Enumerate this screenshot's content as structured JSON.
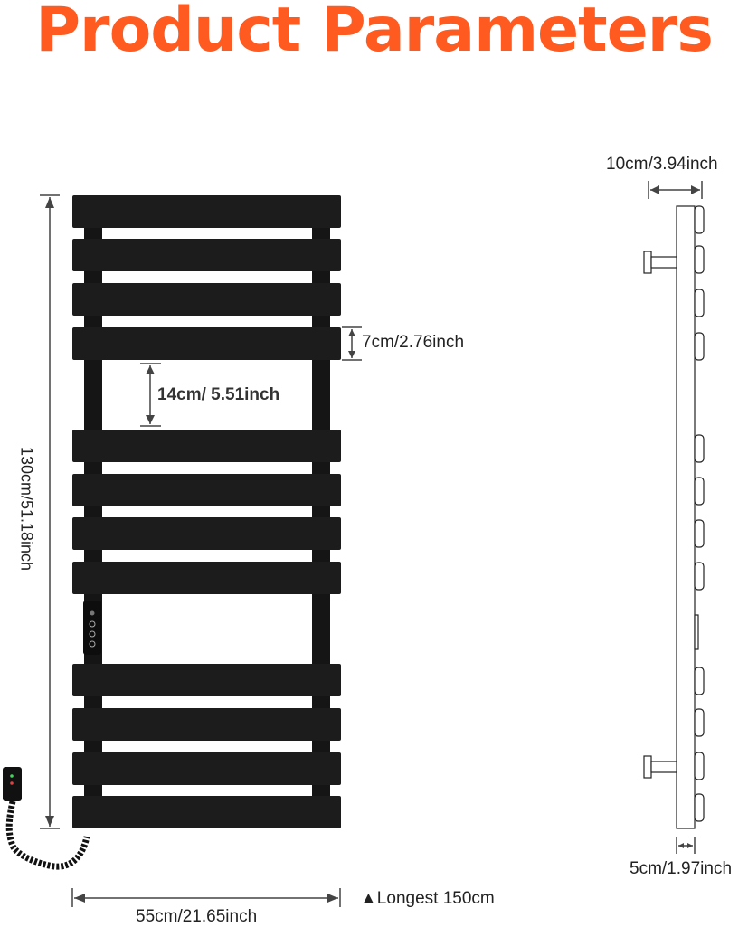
{
  "title": "Product Parameters",
  "dimensions": {
    "height": "130cm/51.18inch",
    "width": "55cm/21.65inch",
    "longest": "▲Longest 150cm",
    "bar_spacing": "7cm/2.76inch",
    "gap_spacing": "14cm/ 5.51inch",
    "depth": "10cm/3.94inch",
    "bar_thickness": "5cm/1.97inch"
  },
  "colors": {
    "title": "#ff5a1f",
    "rail": "#1a1a1a",
    "dimension_line": "#444444"
  }
}
